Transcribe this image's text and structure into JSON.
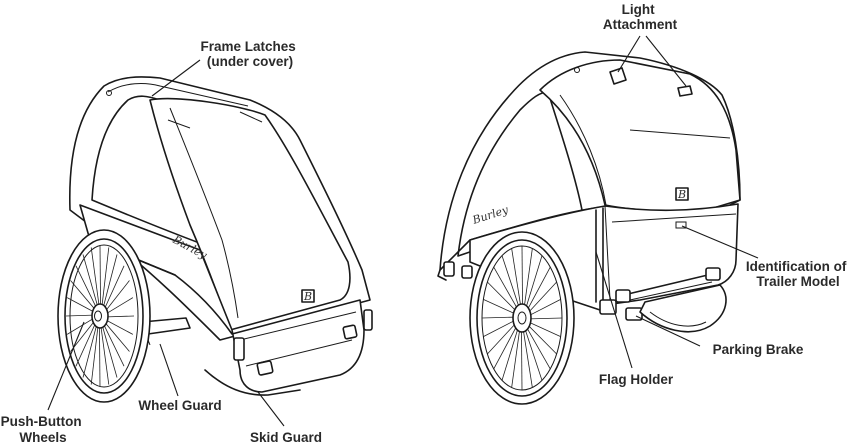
{
  "labels": {
    "frame_latches": [
      "Frame Latches",
      "(under cover)"
    ],
    "push_button_wheels": [
      "Push-Button",
      "Wheels"
    ],
    "wheel_guard": "Wheel Guard",
    "skid_guard": "Skid Guard",
    "light_attachment": [
      "Light",
      "Attachment"
    ],
    "identification": [
      "Identification of",
      "Trailer Model"
    ],
    "parking_brake": "Parking Brake",
    "flag_holder": "Flag Holder"
  },
  "brand": {
    "left": "Burley",
    "right": "Burley",
    "logo_letter": "B"
  }
}
